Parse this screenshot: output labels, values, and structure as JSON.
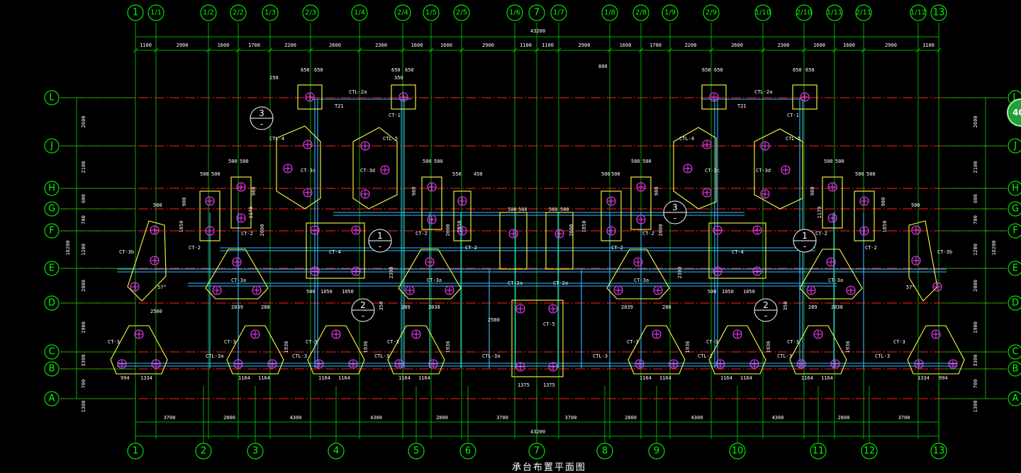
{
  "drawing": {
    "title": "承台布置平面图",
    "zoom_badge": "40",
    "overall_dimension": "43200",
    "colors": {
      "background": "#000000",
      "axis_grid": "#00d000",
      "axis_row": "#ff2020",
      "pile_cap": "#ffff40",
      "beam": "#33bbff",
      "pile": "#ff40ff",
      "text": "#ffffff"
    }
  },
  "top_axes": [
    "1",
    "1/1",
    "1/2",
    "2/2",
    "1/3",
    "2/3",
    "1/4",
    "2/4",
    "1/5",
    "2/5",
    "1/6",
    "7",
    "1/7",
    "1/8",
    "2/8",
    "1/9",
    "2/9",
    "1/10",
    "2/10",
    "1/11",
    "2/11",
    "1/12",
    "13"
  ],
  "top_dims": [
    "1100",
    "2900",
    "1600",
    "1700",
    "2200",
    "2600",
    "2300",
    "1600",
    "1600",
    "2900",
    "1100",
    "1100",
    "2900",
    "1600",
    "1700",
    "2200",
    "2600",
    "2300",
    "1600",
    "1600",
    "2900",
    "1100"
  ],
  "bottom_axes": [
    "1",
    "2",
    "3",
    "4",
    "5",
    "6",
    "7",
    "8",
    "9",
    "10",
    "11",
    "12",
    "13"
  ],
  "bottom_dims": [
    "3700",
    "2800",
    "4300",
    "4300",
    "2800",
    "3700",
    "3700",
    "2800",
    "4300",
    "4300",
    "2800",
    "3700"
  ],
  "row_axes": [
    "L",
    "J",
    "H",
    "G",
    "F",
    "E",
    "D",
    "C",
    "B",
    "A"
  ],
  "row_dims": [
    "2600",
    "2100",
    "600",
    "700",
    "1200",
    "2000",
    "1900",
    "3300",
    "700",
    "1300"
  ],
  "left_total": "16200",
  "right_total": "16200",
  "section_marks": [
    "3",
    "1",
    "2",
    "3",
    "1",
    "2"
  ],
  "cap_labels": {
    "ct1": "CT-1",
    "ct2": "CT-2",
    "ct2a": "CT-2a",
    "ct3": "CT-3",
    "ct3a": "CT-3a",
    "ct3b": "CT-3b",
    "ct3c": "CT-3c",
    "ct3d": "CT-3d",
    "ct4": "CT-4",
    "ct5": "CT-5",
    "ctl2a": "CTL-2a",
    "ctl3": "CTL-3",
    "ctl3a": "CTL-3a",
    "ctl4": "CTL-4",
    "ctl5": "CTL-5",
    "ctl2": "CTL-2",
    "t21": "T21"
  },
  "cap_dims": {
    "d650": "650",
    "d500": "500",
    "d550": "550",
    "d450": "450",
    "d1164": "1164",
    "d1050": "1050",
    "d2039": "2039",
    "d2038": "2038",
    "d288": "288",
    "d289": "289",
    "d1334": "1334",
    "d994": "994",
    "d1375": "1375",
    "d2500": "2500",
    "d1936": "1936",
    "d980": "980",
    "d1850": "1850",
    "d2000": "2000",
    "d800": "800",
    "d350": "350",
    "d250": "250",
    "d900": "900",
    "d1170": "1170",
    "d2300": "2300",
    "d57": "57°"
  }
}
